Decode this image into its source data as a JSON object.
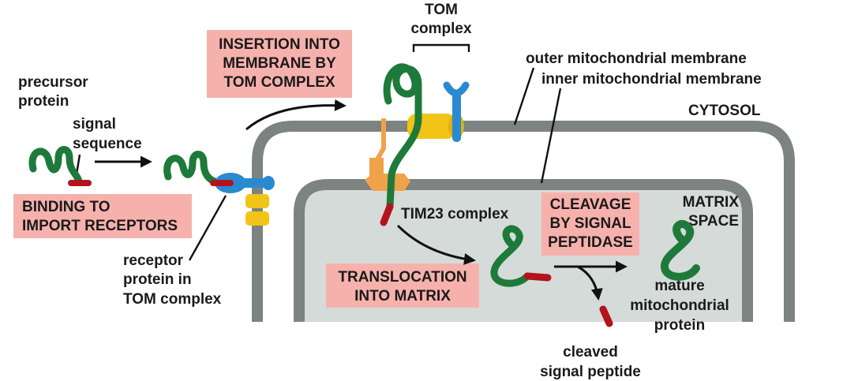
{
  "labels": {
    "tom_complex_1": "TOM",
    "tom_complex_2": "complex",
    "outer_membrane": "outer mitochondrial membrane",
    "inner_membrane": "inner mitochondrial membrane",
    "cytosol": "CYTOSOL",
    "precursor_1": "precursor",
    "precursor_2": "protein",
    "signal_1": "signal",
    "signal_2": "sequence",
    "tim23": "TIM23 complex",
    "matrix_1": "MATRIX",
    "matrix_2": "SPACE",
    "receptor_1": "receptor",
    "receptor_2": "protein in",
    "receptor_3": "TOM complex",
    "mature_1": "mature",
    "mature_2": "mitochondrial",
    "mature_3": "protein",
    "cleaved_1": "cleaved",
    "cleaved_2": "signal peptide"
  },
  "steps": {
    "insertion": [
      "INSERTION INTO",
      "MEMBRANE BY",
      "TOM COMPLEX"
    ],
    "binding": [
      "BINDING TO",
      "IMPORT RECEPTORS"
    ],
    "cleavage": [
      "CLEAVAGE",
      "BY SIGNAL",
      "PEPTIDASE"
    ],
    "translocation": [
      "TRANSLOCATION",
      "INTO MATRIX"
    ]
  },
  "colors": {
    "protein": "#1e7a3a",
    "signal": "#b3141c",
    "receptor": "#2a8ad0",
    "tom_channel": "#f2c418",
    "tim23": "#f0a24a",
    "membrane": "#7c8380",
    "matrix_fill": "#d5dbd8",
    "step_box": "#f7b1ad"
  }
}
